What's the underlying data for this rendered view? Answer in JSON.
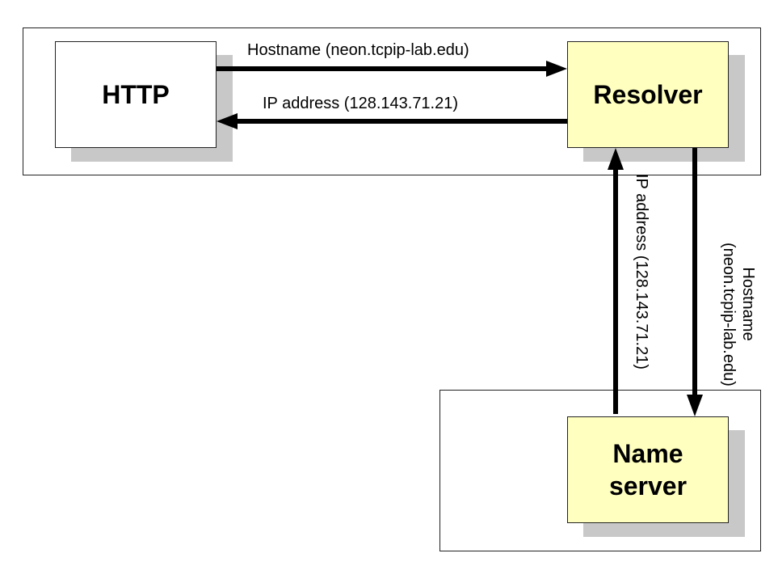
{
  "nodes": {
    "http": "HTTP",
    "resolver": "Resolver",
    "name_server_line1": "Name",
    "name_server_line2": "server"
  },
  "edges": {
    "http_to_resolver": "Hostname (neon.tcpip-lab.edu)",
    "resolver_to_http": "IP address (128.143.71.21)",
    "resolver_to_nameserver_line1": "Hostname",
    "resolver_to_nameserver_line2": "(neon.tcpip-lab.edu)",
    "nameserver_to_resolver_line1": "IP address (128.143.71.21)"
  },
  "colors": {
    "node_fill_highlight": "#ffffc0",
    "node_fill_plain": "#ffffff",
    "shadow": "#c8c8c8",
    "stroke": "#000000"
  }
}
